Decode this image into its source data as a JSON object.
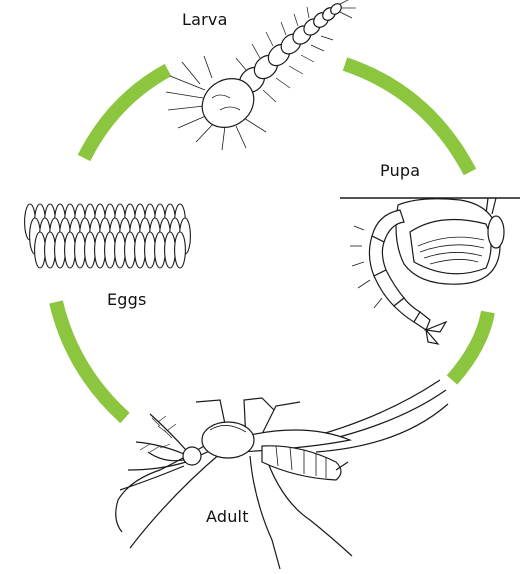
{
  "labels": {
    "larva": "Larva",
    "pupa": "Pupa",
    "eggs": "Eggs",
    "adult": "Adult"
  },
  "colors": {
    "cycle_arc": "#8cc63f",
    "line_art": "#1a1a1a",
    "background": "#ffffff"
  },
  "icons": [
    "larva-illustration",
    "pupa-illustration",
    "eggs-illustration",
    "adult-mosquito-illustration",
    "water-surface-line"
  ]
}
